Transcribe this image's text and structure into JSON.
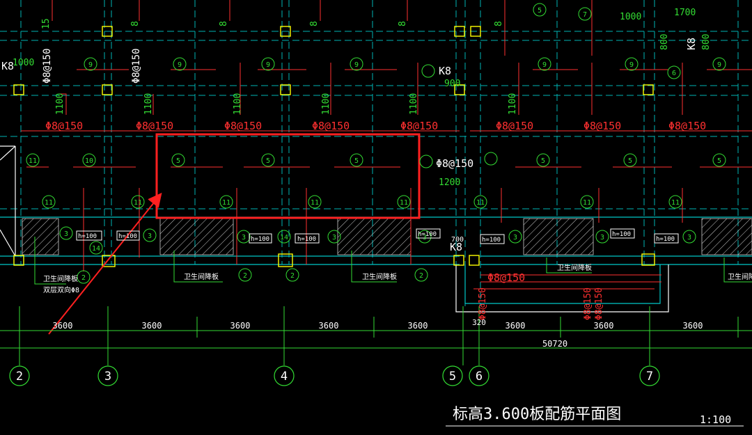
{
  "drawing": {
    "title": "标高3.600板配筋平面图",
    "scale": "1:100"
  },
  "axes": [
    {
      "label": "2"
    },
    {
      "label": "3"
    },
    {
      "label": "4"
    },
    {
      "label": "5"
    },
    {
      "label": "6"
    },
    {
      "label": "7"
    }
  ],
  "dimensions": {
    "spans": [
      "3600",
      "3600",
      "3600",
      "3600",
      "3600",
      "3600",
      "3600",
      "3600"
    ],
    "small": "320",
    "total": "50720"
  },
  "rebar": {
    "row_spec": "Φ8@150",
    "upper_left_a": "Φ8@150",
    "upper_left_b": "Φ8@150",
    "side_spec": "Φ8@150",
    "lower_spec": "Φ8@150",
    "lower_v1": "Φ8@150",
    "lower_v2": "Φ8@150",
    "lower_v3": "Φ8@150"
  },
  "column_marks": {
    "k8_a": "K8",
    "k8_b": "K8",
    "k8_c": "K8",
    "k8_d": "K8"
  },
  "lengths": {
    "l1000": "1000",
    "l1100": "1100",
    "l1200": "1200",
    "l900": "900",
    "l800": "800",
    "l700": "700",
    "l1700": "1700",
    "l1000b": "1000"
  },
  "mark_numbers": {
    "n15": "15",
    "n8": "8",
    "n9": "9",
    "n11": "11",
    "n10": "10",
    "n5": "5",
    "n3": "3",
    "n14": "14",
    "n2": "2",
    "n6": "6",
    "n7": "7"
  },
  "heights": {
    "h": "h=100"
  },
  "labels": {
    "bathroom_drop": "卫生间降板",
    "double_bar": "双层双向Φ8"
  },
  "colors": {
    "red": "#ff3030",
    "green": "#33dd33",
    "cyan": "#00c8c8",
    "white": "#ffffff",
    "yellow": "#ffff00",
    "highlight": "#ff2020"
  }
}
